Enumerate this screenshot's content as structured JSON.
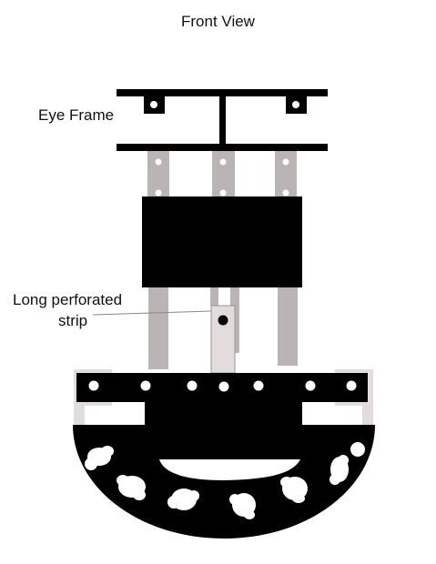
{
  "title": "Front View",
  "labels": {
    "eye_frame": "Eye Frame",
    "strip_line1": "Long perforated",
    "strip_line2": "strip"
  },
  "colors": {
    "structure": "#000000",
    "strip": "#bbb4b4",
    "strip_light": "#e2dcdc",
    "background": "#ffffff"
  }
}
